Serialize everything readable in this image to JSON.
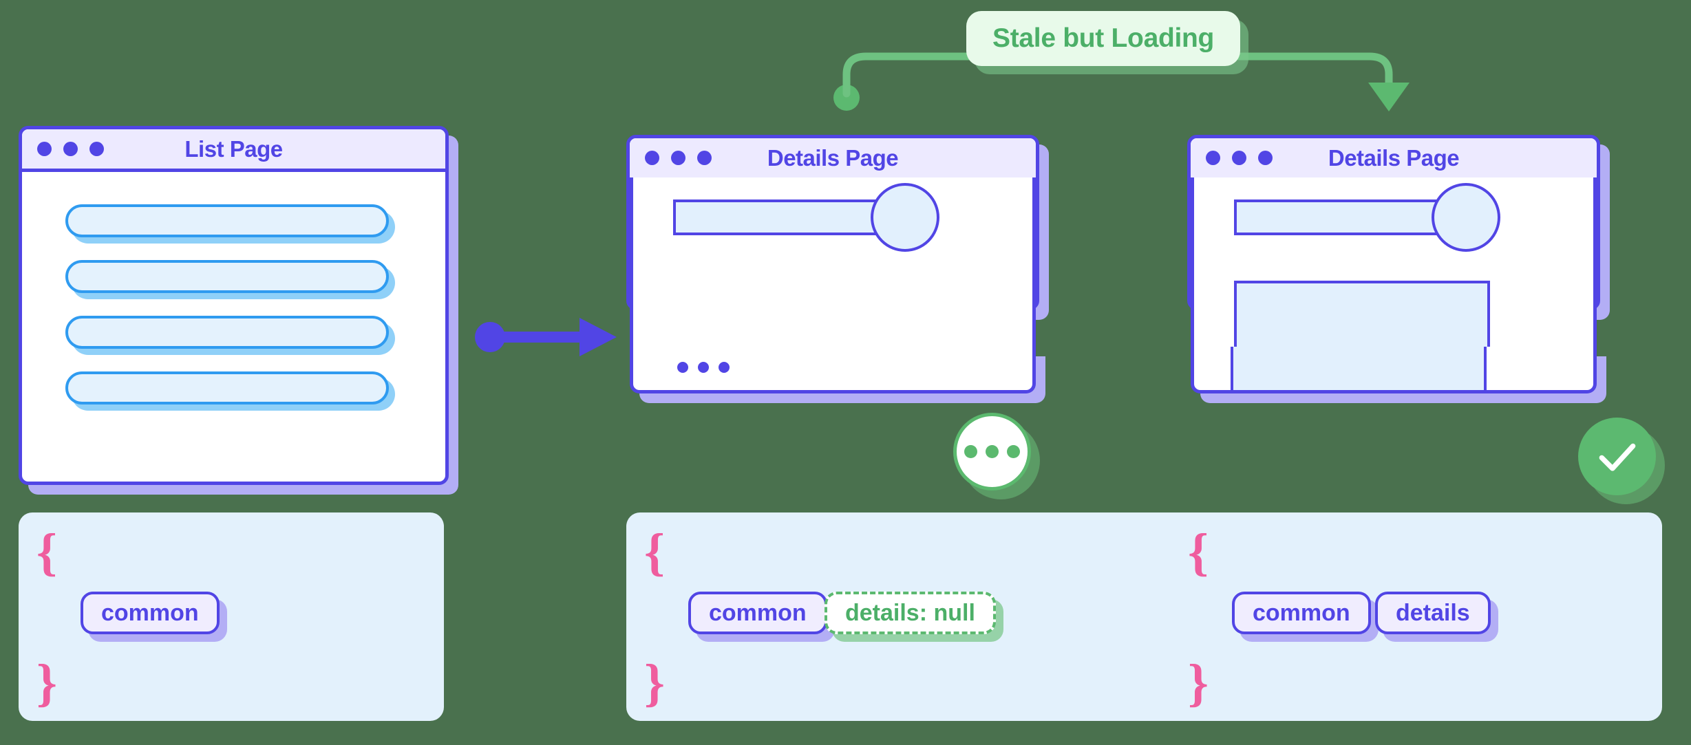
{
  "background_color": "#4a714e",
  "palette": {
    "indigo": "#5145e5",
    "indigo_shadow": "#b3aef5",
    "titlebar_bg": "#edeaff",
    "blue_border": "#2f9bf0",
    "blue_fill": "#e4f2fd",
    "blue_shadow": "#8fd0f8",
    "green": "#5cb970",
    "green_light": "#e8faea",
    "green_text": "#4caf68",
    "pink_brace": "#ef5d9e",
    "cache_bg": "#e3f1fc",
    "chip_bg": "#f0edfe"
  },
  "annotation": {
    "stale_label": "Stale but Loading"
  },
  "windows": [
    {
      "id": "list-page",
      "title": "List Page",
      "traffic_lights": [
        "dot",
        "dot",
        "dot"
      ],
      "rows": 4
    },
    {
      "id": "details-page-loading",
      "title": "Details Page",
      "traffic_lights": [
        "dot",
        "dot",
        "dot"
      ],
      "blocks": 0,
      "has_placeholder_dots": true,
      "badge": "loading-dots-icon"
    },
    {
      "id": "details-page-loaded",
      "title": "Details Page",
      "traffic_lights": [
        "dot",
        "dot",
        "dot"
      ],
      "blocks": 2,
      "has_placeholder_dots": false,
      "badge": "check-icon"
    }
  ],
  "caches": [
    {
      "id": "cache-list",
      "open_brace": "{",
      "close_brace": "}",
      "chips": [
        {
          "label": "common",
          "style": "solid"
        }
      ]
    },
    {
      "id": "cache-details-loading",
      "open_brace": "{",
      "close_brace": "}",
      "chips": [
        {
          "label": "common",
          "style": "solid"
        },
        {
          "label": "details: null",
          "style": "dashed"
        }
      ]
    },
    {
      "id": "cache-details-loaded",
      "open_brace": "{",
      "close_brace": "}",
      "chips": [
        {
          "label": "common",
          "style": "solid"
        },
        {
          "label": "details",
          "style": "solid"
        }
      ]
    }
  ]
}
